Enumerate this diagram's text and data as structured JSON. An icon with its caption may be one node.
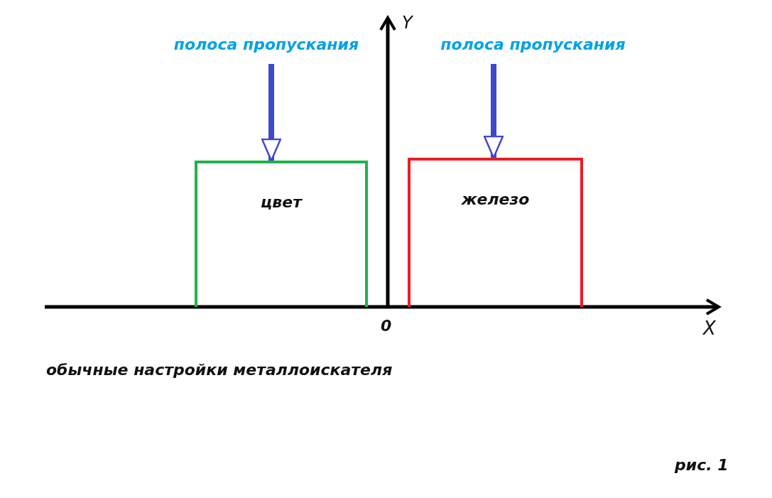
{
  "diagram": {
    "caption": "обычные настройки металлоискателя",
    "nodes": [
      {
        "text": [
          "полоса пропускания"
        ]
      },
      {
        "text": [
          "полоса пропускания"
        ]
      },
      {
        "text": [
          "цвет"
        ]
      },
      {
        "text": [
          "железо"
        ]
      }
    ],
    "edges": [
      {
        "from": 0,
        "to": 2,
        "arrow": "to"
      },
      {
        "from": 1,
        "to": 3,
        "arrow": "to"
      }
    ],
    "labels": [
      "Y",
      "0",
      "X",
      "рис. 1"
    ]
  }
}
